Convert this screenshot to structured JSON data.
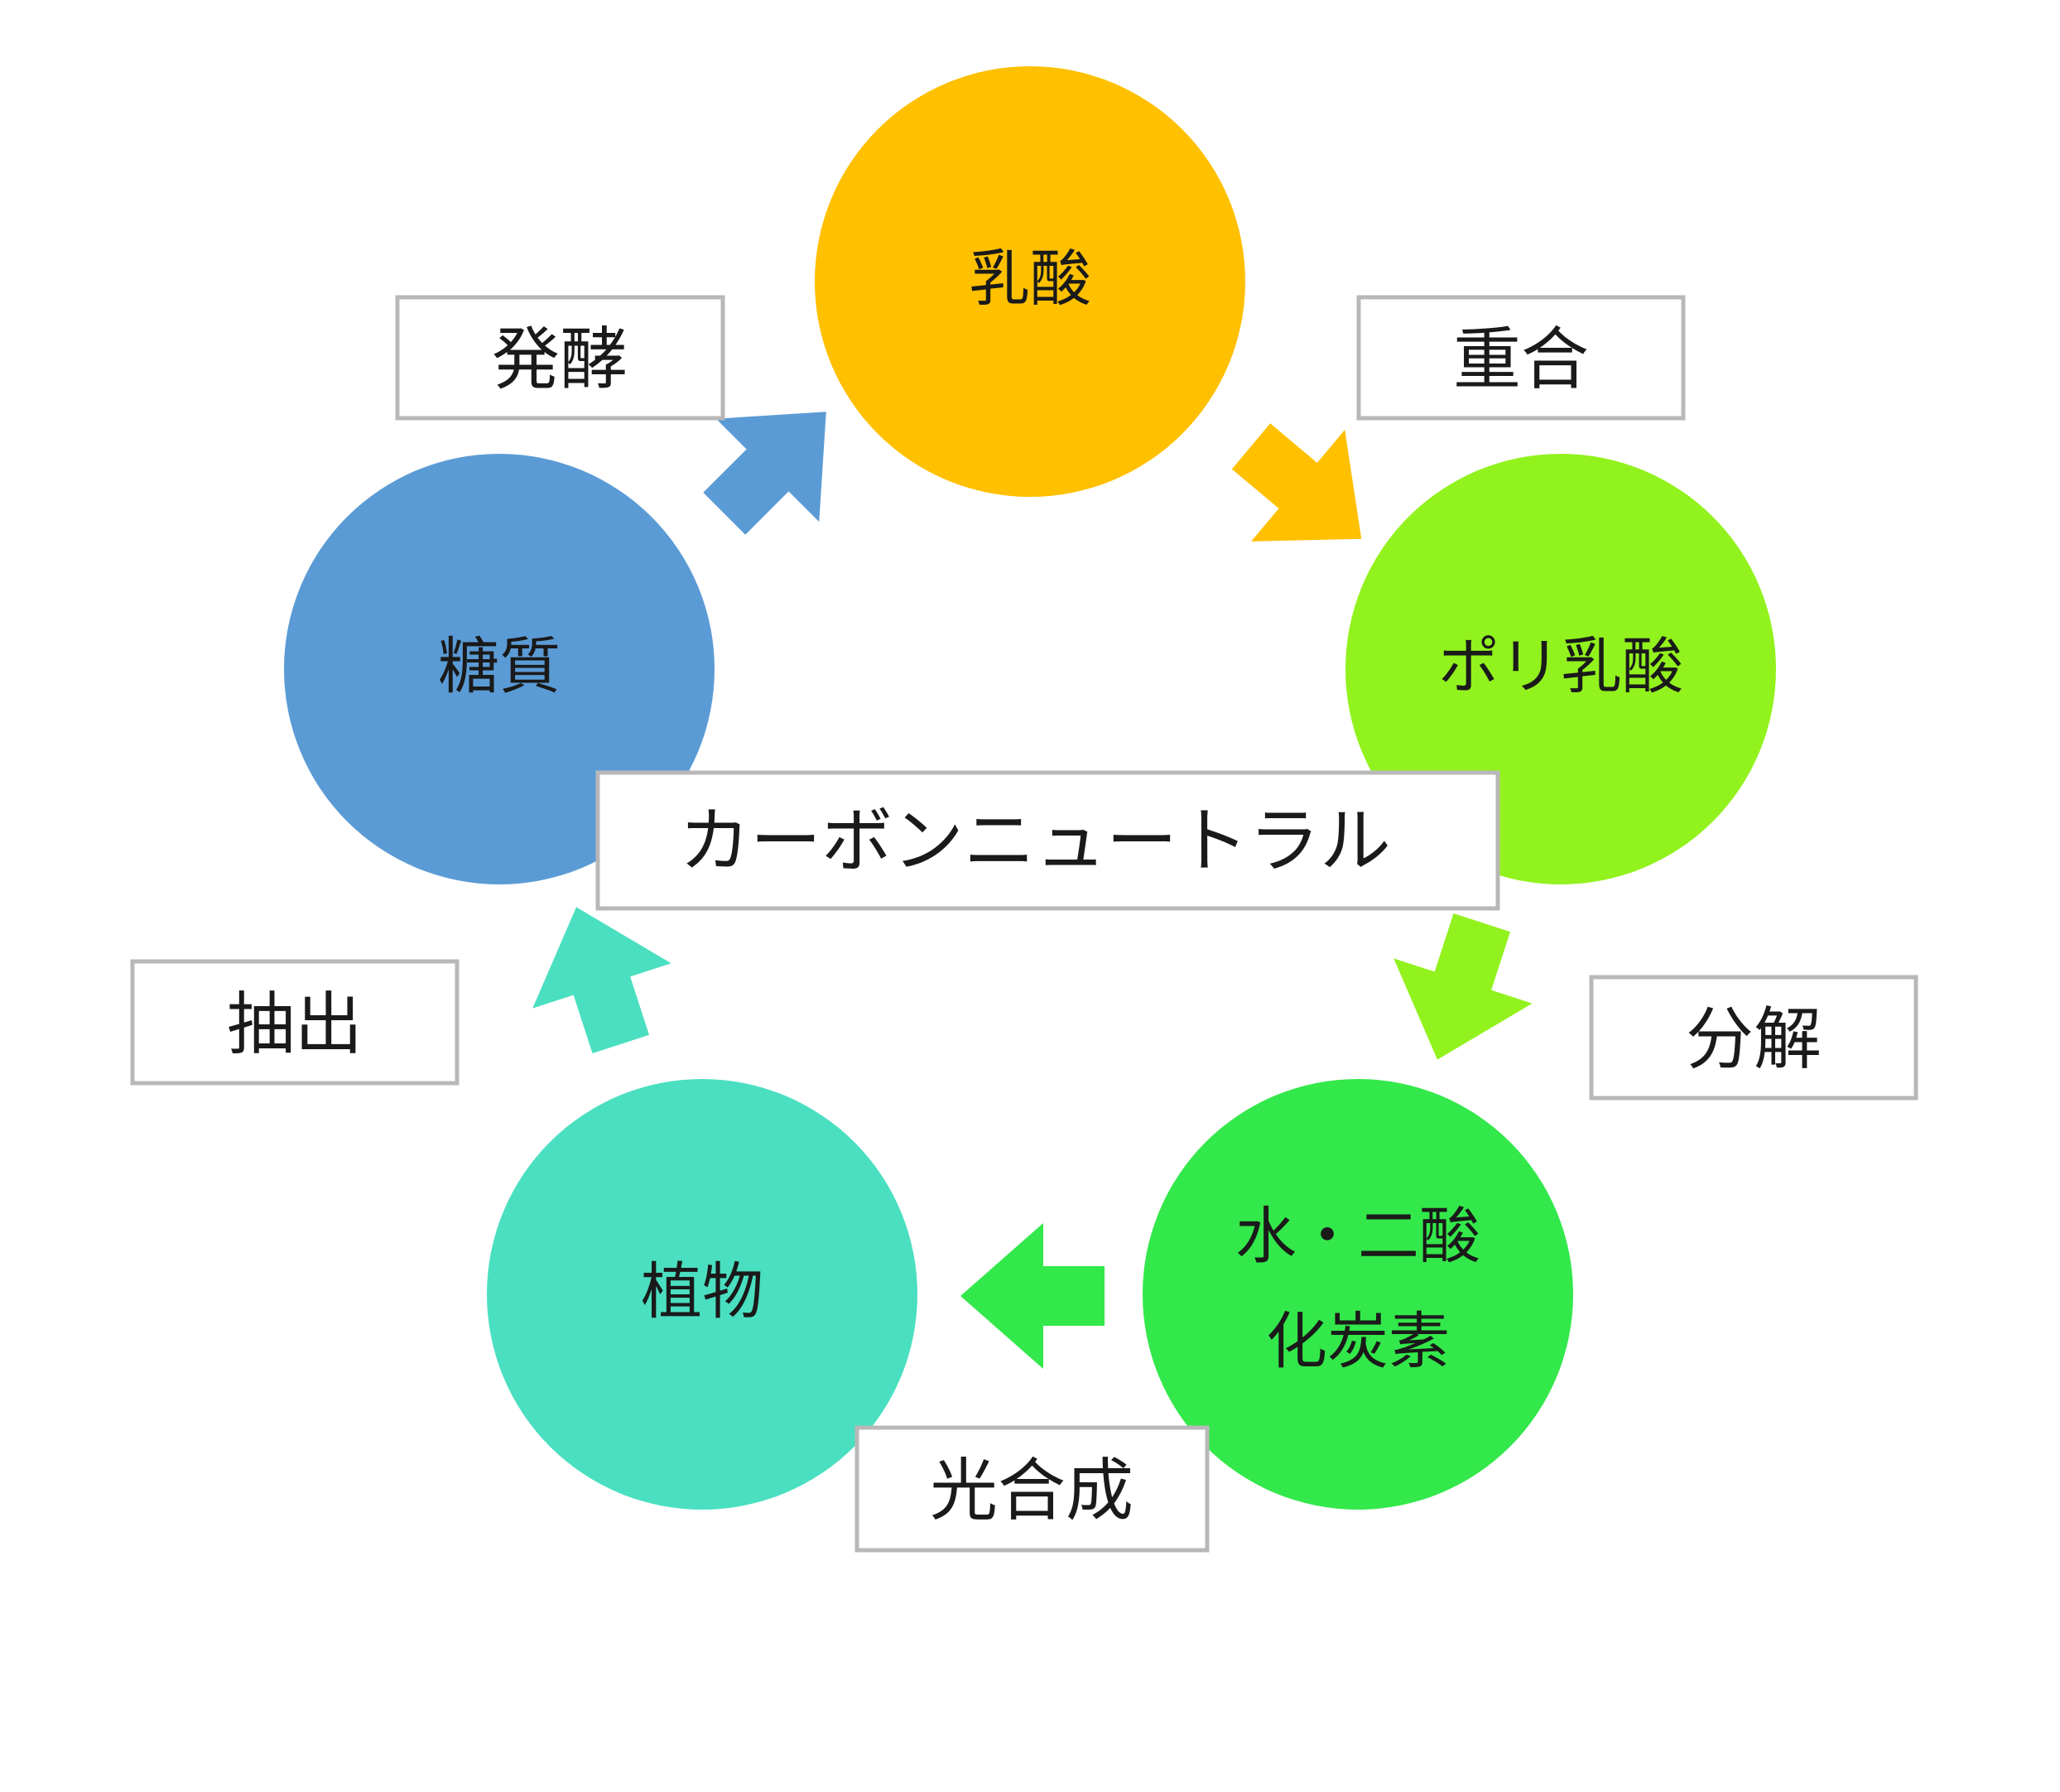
{
  "center": {
    "label": "カーボンニュートラル"
  },
  "nodes": [
    {
      "id": "lactic-acid",
      "label": [
        "乳酸"
      ],
      "color": "#FFC000"
    },
    {
      "id": "polylactic-acid",
      "label": [
        "ポリ乳酸"
      ],
      "color": "#92F21E"
    },
    {
      "id": "water-co2",
      "label": [
        "水・二酸",
        "化炭素"
      ],
      "color": "#33E84A"
    },
    {
      "id": "plant",
      "label": [
        "植物"
      ],
      "color": "#4ADFC0"
    },
    {
      "id": "sugar",
      "label": [
        "糖質"
      ],
      "color": "#5B9BD5"
    }
  ],
  "steps": [
    {
      "id": "fermentation",
      "label": "発酵",
      "color": "#5B9BD5"
    },
    {
      "id": "polymerization",
      "label": "重合",
      "color": "#FFC000"
    },
    {
      "id": "decomposition",
      "label": "分解",
      "color": "#92F21E"
    },
    {
      "id": "photosynthesis",
      "label": "光合成",
      "color": "#33E84A"
    },
    {
      "id": "extraction",
      "label": "抽出",
      "color": "#4ADFC0"
    }
  ]
}
